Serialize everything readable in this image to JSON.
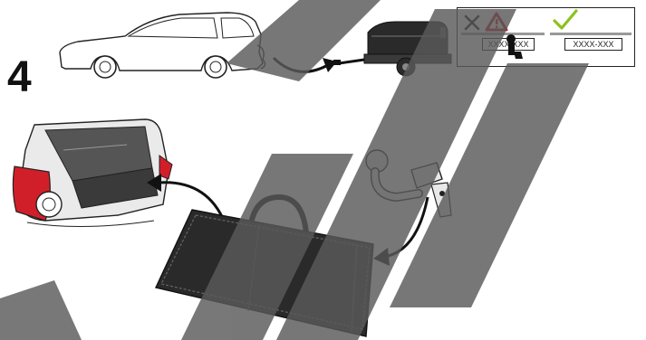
{
  "step": {
    "number": "4"
  },
  "plates": {
    "obstructed_text": "XXXX-XXX",
    "clear_text": "XXXX-XXX"
  },
  "icons": {
    "wrong": "cross-mark-icon",
    "warning": "warning-triangle-icon",
    "ok": "check-mark-icon"
  },
  "colors": {
    "line": "#222222",
    "warning_red": "#c0121f",
    "check_green": "#8cc21e",
    "bag": "#2a2a2a",
    "car_red": "#d11f2a",
    "watermark": "#5a5a5a"
  }
}
